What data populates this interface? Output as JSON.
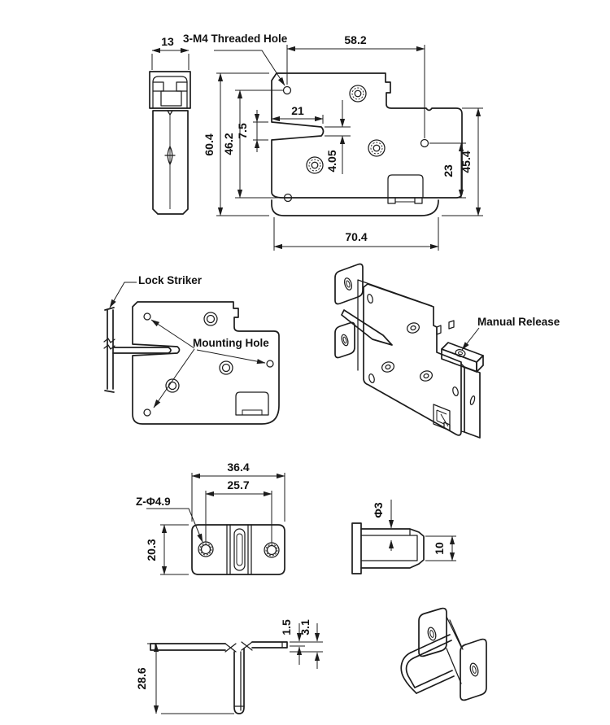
{
  "colors": {
    "line": "#1c1c1c",
    "text": "#111111",
    "background": "#ffffff"
  },
  "views": {
    "side_view": {
      "title": "lock side profile view",
      "dims": {
        "width": "13"
      }
    },
    "front_view": {
      "title": "lock front dimensioned view",
      "labels": {
        "threaded_hole": "3-M4 Threaded Hole"
      },
      "dims": {
        "top_hole_span": "58.2",
        "overall_height": "60.4",
        "hole_span_height": "46.2",
        "latch_slot_length": "21",
        "latch_slot_width": "7.5",
        "latch_tip_width": "4.05",
        "side_hole_to_bottom": "23",
        "right_height": "45.4",
        "bottom_width": "70.4"
      }
    },
    "striker_view": {
      "title": "striker engagement view",
      "labels": {
        "lock_striker": "Lock Striker",
        "mounting_hole": "Mounting Hole"
      }
    },
    "iso_view": {
      "title": "lock isometric view",
      "labels": {
        "manual_release": "Manual Release"
      }
    },
    "striker_plate_top_view": {
      "dims": {
        "width": "36.4",
        "hole_span": "25.7",
        "height": "20.3"
      },
      "labels": {
        "hole_diameter": "Z-Φ4.9"
      }
    },
    "striker_pin_side_view": {
      "dims": {
        "pin_diameter": "Φ3",
        "pin_length": "10"
      }
    },
    "striker_plate_side_view": {
      "dims": {
        "sheet_thickness": "1.5",
        "flange_thickness": "3.1",
        "pin_drop": "28.6"
      }
    },
    "striker_iso_view": {
      "title": "striker bracket isometric view"
    }
  }
}
